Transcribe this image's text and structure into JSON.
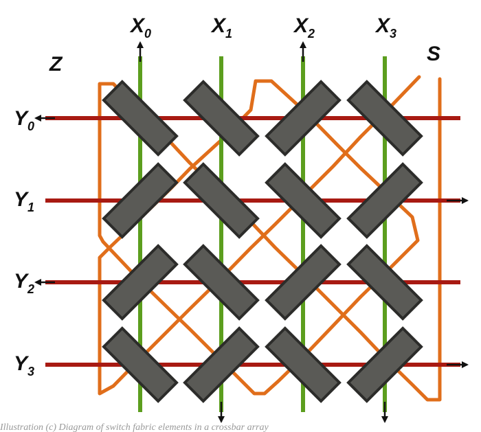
{
  "diagram": {
    "labels": {
      "z": "Z",
      "s": "S",
      "x": [
        {
          "base": "X",
          "sub": "0"
        },
        {
          "base": "X",
          "sub": "1"
        },
        {
          "base": "X",
          "sub": "2"
        },
        {
          "base": "X",
          "sub": "3"
        }
      ],
      "y": [
        {
          "base": "Y",
          "sub": "0"
        },
        {
          "base": "Y",
          "sub": "1"
        },
        {
          "base": "Y",
          "sub": "2"
        },
        {
          "base": "Y",
          "sub": "3"
        }
      ]
    },
    "columns": [
      {
        "name": "X0",
        "arrow": "up"
      },
      {
        "name": "X1",
        "arrow": "down"
      },
      {
        "name": "X2",
        "arrow": "up"
      },
      {
        "name": "X3",
        "arrow": "down"
      }
    ],
    "rows": [
      {
        "name": "Y0",
        "arrow": "left"
      },
      {
        "name": "Y1",
        "arrow": "right"
      },
      {
        "name": "Y2",
        "arrow": "left"
      },
      {
        "name": "Y3",
        "arrow": "right"
      }
    ],
    "switch_orientation": [
      [
        "nw-se",
        "nw-se",
        "ne-sw",
        "nw-se"
      ],
      [
        "ne-sw",
        "nw-se",
        "nw-se",
        "ne-sw"
      ],
      [
        "ne-sw",
        "nw-se",
        "ne-sw",
        "nw-se"
      ],
      [
        "nw-se",
        "ne-sw",
        "nw-se",
        "ne-sw"
      ]
    ],
    "colors": {
      "row_line": "#a81a12",
      "column_line": "#5c9e1e",
      "serpentine_path": "#e06e1b",
      "switch_fill": "#5a5a56",
      "switch_stroke": "#2c2c2a",
      "arrow": "#111111"
    },
    "caption_fragment": "Illustration (c) Diagram of switch fabric elements in a crossbar array"
  }
}
